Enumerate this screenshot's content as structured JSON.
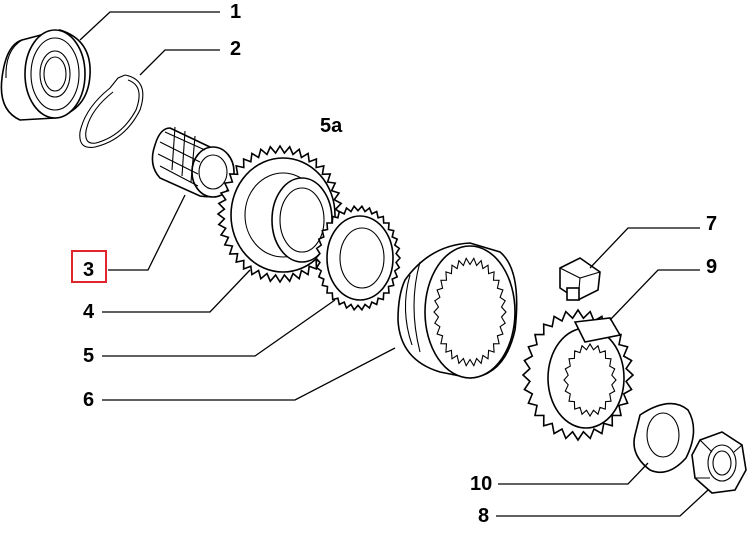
{
  "diagram": {
    "labels": {
      "p1": "1",
      "p2": "2",
      "p3": "3",
      "p4": "4",
      "p5": "5",
      "p5a": "5a",
      "p6": "6",
      "p7": "7",
      "p8": "8",
      "p9": "9",
      "p10": "10"
    },
    "highlight_color": "#e0262b",
    "line_color": "#000000",
    "background": "#ffffff"
  }
}
